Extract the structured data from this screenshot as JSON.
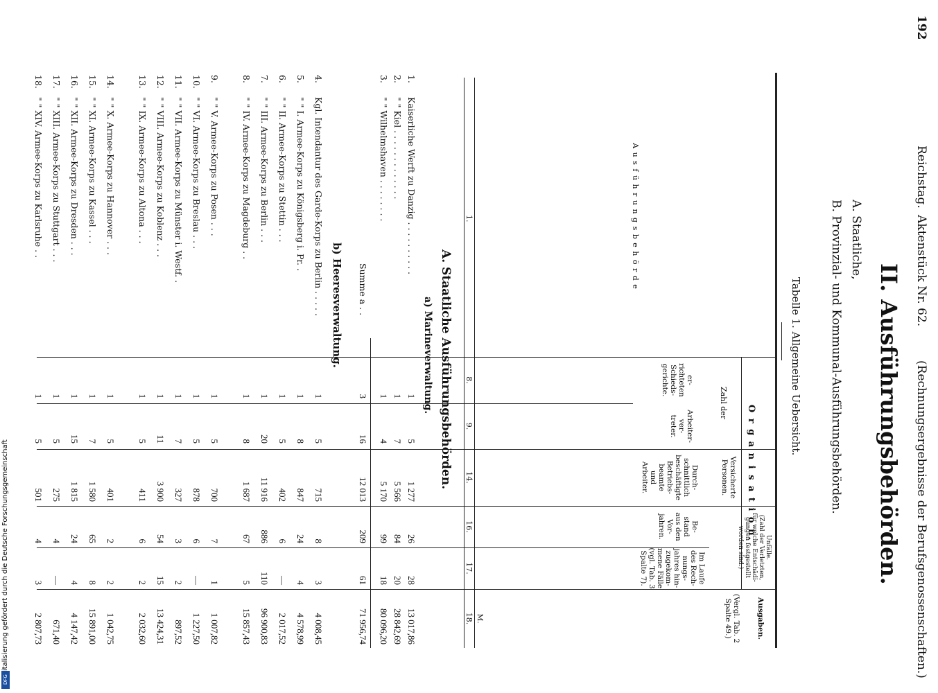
{
  "header": {
    "page_number": "192",
    "source": "Reichstag.",
    "document": "Aktenstück Nr. 62.",
    "subject": "(Rechnungsergebnisse der Berufsgenossenschaften.)"
  },
  "main_title": "II. Ausführungsbehörden.",
  "sections": {
    "a": "A. Staatliche,",
    "b": "B. Provinzial- und Kommunal-Ausführungsbehörden."
  },
  "table_title": "Tabelle 1. Allgemeine Uebersicht.",
  "table_header": {
    "col1_label": "A u s f ü h r u n g s b e h ö r d e",
    "col1_num": "1.",
    "organisation": "O r g a n i s a t i o n.",
    "zahl_der": "Zahl der",
    "col8": "er-\nrichteten\nSchieds-\ngerichte.",
    "col9": "Arbeiter-\nver-\ntreter.",
    "versicherte": "Versicherte\nPersonen.",
    "col14": "Durch-\nschnittlich\nbeschäftigte\nBetriebs-\nbeamte\nund\nArbeiter.",
    "unfaelle": "Unfälle.\n(Zahl der Verletzten,\nfür welche Entschädi-\ngungen festgestellt\nworden sind.)",
    "col16": "Be-\nstand\naus den\nVor-\njahren.",
    "col17": "Im Laufe\ndes Rech-\nnungs-\njahres hin-\nzugekom-\nmene Fälle\n(vgl. Tab. 3\nSpalte 7).",
    "ausgaben": "Ausgaben.",
    "col18": "(Vergl. Tab. 2\nSpalte 49.)",
    "col18_unit": "M.",
    "num8": "8.",
    "num9": "9.",
    "num14": "14.",
    "num16": "16.",
    "num17": "17.",
    "num18": "18."
  },
  "section_A": "A. Staatliche Ausführungsbehörden.",
  "sub_a": "a) Marineverwaltung.",
  "marine_rows": [
    {
      "nr": "1.",
      "name": "Kaiserliche Werft zu Danzig . . . . . . . . . .",
      "c8": "1",
      "c9": "5",
      "c14": "1 277",
      "c16": "26",
      "c17": "28",
      "c18": "13 017,86"
    },
    {
      "nr": "2.",
      "name": "\" \" Kiel . . . . . . . . . . . . .",
      "c8": "1",
      "c9": "7",
      "c14": "5 566",
      "c16": "84",
      "c17": "20",
      "c18": "28 842,69"
    },
    {
      "nr": "3.",
      "name": "\" \" Wilhelmshaven . . . . . . . .",
      "c8": "1",
      "c9": "4",
      "c14": "5 170",
      "c16": "99",
      "c17": "18",
      "c18": "80 096,20"
    }
  ],
  "summe_a": {
    "label": "Summe a . .",
    "c8": "3",
    "c9": "16",
    "c14": "12 013",
    "c16": "209",
    "c17": "61",
    "c18": "71 956,74"
  },
  "sub_b": "b) Heeresverwaltung.",
  "heer_rows": [
    {
      "nr": "4.",
      "name": "Kgl. Intendantur des Garde-Korps zu Berlin . . . . .",
      "c8": "1",
      "c9": "5",
      "c14": "715",
      "c16": "8",
      "c17": "3",
      "c18": "4 008,45"
    },
    {
      "nr": "5.",
      "name": "\" \" I. Armee-Korps zu Königsberg i. Pr. .",
      "c8": "1",
      "c9": "8",
      "c14": "847",
      "c16": "24",
      "c17": "4",
      "c18": "4 578,99"
    },
    {
      "nr": "6.",
      "name": "\" \" II. Armee-Korps zu Stettin . . .",
      "c8": "1",
      "c9": "5",
      "c14": "402",
      "c16": "6",
      "c17": "—",
      "c18": "2 017,52"
    },
    {
      "nr": "7.",
      "name": "\" \" III. Armee-Korps zu Berlin . . .",
      "c8": "1",
      "c9": "20",
      "c14": "11 916",
      "c16": "886",
      "c17": "110",
      "c18": "96 900,83"
    },
    {
      "nr": "8.",
      "name": "\" \" IV. Armee-Korps zu Magdeburg . .",
      "c8": "1",
      "c9": "8",
      "c14": "1 687",
      "c16": "67",
      "c17": "5",
      "c18": "15 857,43"
    },
    {
      "nr": "9.",
      "name": "\" \" V. Armee-Korps zu Posen . . .",
      "c8": "1",
      "c9": "5",
      "c14": "700",
      "c16": "7",
      "c17": "1",
      "c18": "1 007,82"
    },
    {
      "nr": "10.",
      "name": "\" \" VI. Armee-Korps zu Breslau . . .",
      "c8": "1",
      "c9": "5",
      "c14": "878",
      "c16": "6",
      "c17": "—",
      "c18": "1 227,50"
    },
    {
      "nr": "11.",
      "name": "\" \" VII. Armee-Korps zu Münster i. Westf. .",
      "c8": "1",
      "c9": "7",
      "c14": "327",
      "c16": "3",
      "c17": "2",
      "c18": "897,52"
    },
    {
      "nr": "12.",
      "name": "\" \" VIII. Armee-Korps zu Koblenz . . .",
      "c8": "1",
      "c9": "11",
      "c14": "3 900",
      "c16": "54",
      "c17": "15",
      "c18": "13 424,31"
    },
    {
      "nr": "13.",
      "name": "\" \" IX. Armee-Korps zu Altona . . .",
      "c8": "1",
      "c9": "5",
      "c14": "411",
      "c16": "6",
      "c17": "2",
      "c18": "2 032,60"
    },
    {
      "nr": "14.",
      "name": "\" \" X. Armee-Korps zu Hannover . . .",
      "c8": "1",
      "c9": "5",
      "c14": "401",
      "c16": "2",
      "c17": "2",
      "c18": "1 042,75"
    },
    {
      "nr": "15.",
      "name": "\" \" XI. Armee-Korps zu Kassel . . .",
      "c8": "1",
      "c9": "7",
      "c14": "1 580",
      "c16": "65",
      "c17": "8",
      "c18": "15 891,00"
    },
    {
      "nr": "16.",
      "name": "\" \" XII. Armee-Korps zu Dresden . . .",
      "c8": "1",
      "c9": "15",
      "c14": "1 815",
      "c16": "24",
      "c17": "4",
      "c18": "4 147,42"
    },
    {
      "nr": "17.",
      "name": "\" \" XIII. Armee-Korps zu Stuttgart . . .",
      "c8": "1",
      "c9": "5",
      "c14": "275",
      "c16": "4",
      "c17": "—",
      "c18": "671,40"
    },
    {
      "nr": "18.",
      "name": "\" \" XIV. Armee-Korps zu Karlsruhe . .",
      "c8": "1",
      "c9": "5",
      "c14": "501",
      "c16": "4",
      "c17": "3",
      "c18": "2 807,73"
    }
  ],
  "footer": {
    "text": "Digitalisierung gefördert durch die Deutsche Forschungsgemeinschaft",
    "logo": "DFG"
  }
}
